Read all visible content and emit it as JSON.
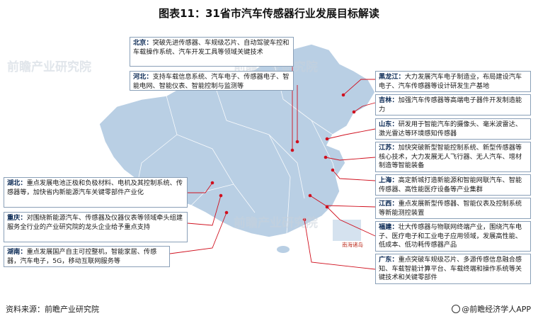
{
  "title": "图表11：31省市汽车传感器行业发展目标解读",
  "watermark": "前瞻产业研究院",
  "sea_label": "南海诸岛",
  "provinces": [
    {
      "key": "beijing",
      "name": "北京：",
      "desc": "突破先进传感器、车规级芯片、自动驾驶车控和车载操作系统、汽车开发工具等领域关键技术"
    },
    {
      "key": "hebei",
      "name": "河北：",
      "desc": "支持车载信息系统、汽车电子、传感器电子、智能电网、智能仪表、智能控制与监测等"
    },
    {
      "key": "heilongjiang",
      "name": "黑龙江：",
      "desc": "大力发展汽车电子制造业，布局建设汽车电子、汽车传感器等设计研发生产基地"
    },
    {
      "key": "jilin",
      "name": "吉林：",
      "desc": "加强汽车传感器等高端电子器件开发制造能力"
    },
    {
      "key": "shandong",
      "name": "山东：",
      "desc": "研发用于智能汽车的摄像头、毫米波雷达、激光雷达等环境感知传感器"
    },
    {
      "key": "jiangsu",
      "name": "江苏：",
      "desc": "加快突破新型智能控制系统、新型传感器等核心技术，大力发展无人飞行器、无人汽车、增材制造等智能装备"
    },
    {
      "key": "shanghai",
      "name": "上海：",
      "desc": "高定新城打造新能源和智能网联汽车、智能传感器、高性能医疗设备等产业集群"
    },
    {
      "key": "jiangxi",
      "name": "江西：",
      "desc": "重点发展新型传感器、智能仪表及控制系统等新能测控装置"
    },
    {
      "key": "fujian",
      "name": "福建：",
      "desc": "壮大传感器与物联网终端产业，围绕汽车电子、医疗电子和工业电子应用领域，发展高性能、低成本、低功耗传感器产品"
    },
    {
      "key": "guangdong",
      "name": "广东：",
      "desc": "重点突破车规级芯片、多源传感信息融合感知、车载智能计算平台、车载终端和操作系统等关键技术和关键零部件"
    },
    {
      "key": "hubei",
      "name": "湖北：",
      "desc": "重点发展电池正极和负极材料、电机及其控制系统、传感器等，加快省内新能源汽车关键零部件产业化"
    },
    {
      "key": "chongqing",
      "name": "重庆：",
      "desc": "对围绕新能源汽车、传感器及仪器仪表等领域牵头组建服务全行业的产业研究院的龙头企业给予重点支持"
    },
    {
      "key": "hunan",
      "name": "湖南：",
      "desc": "重点发展国产自主可控整机，智能家居、传感器，汽车电子，5G，移动互联网服务等"
    }
  ],
  "footer": {
    "source": "资料来源：前瞻产业研究院",
    "brand": "@前瞻经济学人APP"
  },
  "colors": {
    "map_fill": "#b9cfe4",
    "marker": "#d0101e",
    "box_border": "#8aa0b8"
  }
}
